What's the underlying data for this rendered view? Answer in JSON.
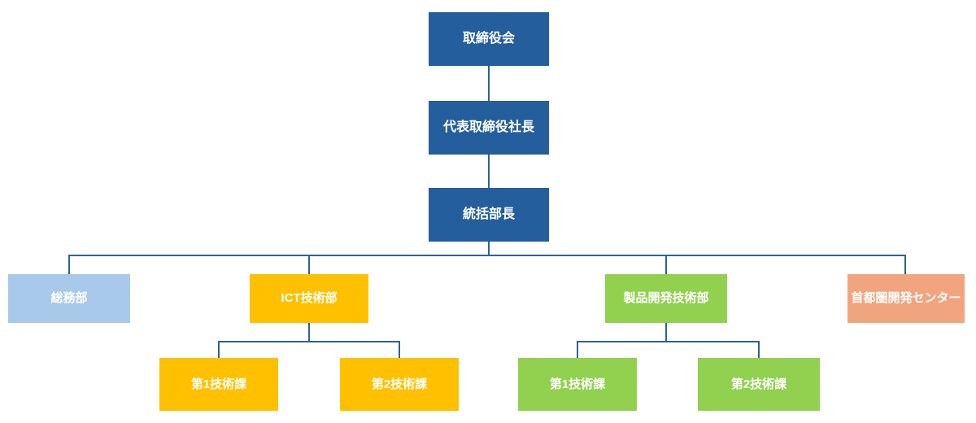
{
  "diagram": {
    "type": "org-chart",
    "colors": {
      "executive_fill": "#255E9C",
      "connector": "#2D6399",
      "general_affairs_fill": "#A8C9E9",
      "ict_fill": "#FFC000",
      "product_dev_fill": "#92D050",
      "metro_center_fill": "#F1A57F",
      "label_text": "#FFFFFF"
    },
    "nodes": {
      "board": {
        "label": "取締役会",
        "level": 1
      },
      "president": {
        "label": "代表取締役社長",
        "level": 2
      },
      "general_manager": {
        "label": "統括部長",
        "level": 3
      },
      "general_affairs": {
        "label": "総務部",
        "level": 4
      },
      "ict_dept": {
        "label": "ICT技術部",
        "level": 4
      },
      "product_dev_dept": {
        "label": "製品開発技術部",
        "level": 4
      },
      "metro_dev_center": {
        "label": "首都圏開発センター",
        "level": 4
      },
      "ict_section1": {
        "label": "第1技術課",
        "level": 5,
        "parent": "ict_dept"
      },
      "ict_section2": {
        "label": "第2技術課",
        "level": 5,
        "parent": "ict_dept"
      },
      "product_section1": {
        "label": "第1技術課",
        "level": 5,
        "parent": "product_dev_dept"
      },
      "product_section2": {
        "label": "第2技術課",
        "level": 5,
        "parent": "product_dev_dept"
      }
    },
    "edges": [
      [
        "board",
        "president"
      ],
      [
        "president",
        "general_manager"
      ],
      [
        "general_manager",
        "general_affairs"
      ],
      [
        "general_manager",
        "ict_dept"
      ],
      [
        "general_manager",
        "product_dev_dept"
      ],
      [
        "general_manager",
        "metro_dev_center"
      ],
      [
        "ict_dept",
        "ict_section1"
      ],
      [
        "ict_dept",
        "ict_section2"
      ],
      [
        "product_dev_dept",
        "product_section1"
      ],
      [
        "product_dev_dept",
        "product_section2"
      ]
    ]
  }
}
